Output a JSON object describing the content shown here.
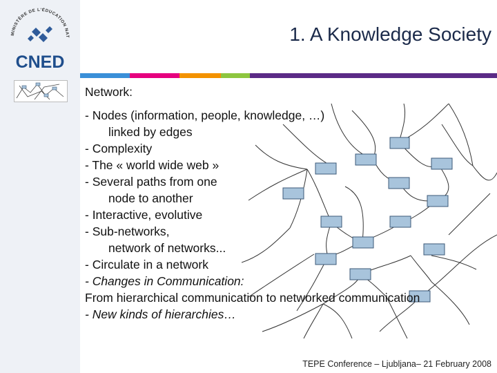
{
  "logo": {
    "arc_text": "MINISTÈRE DE L'ÉDUCATION NATIONALE",
    "wordmark": "CNED"
  },
  "slide": {
    "title": "1. A Knowledge Society",
    "heading": "Network:",
    "bullets": [
      "- Nodes (information, people, knowledge, …)",
      "linked by edges",
      "- Complexity",
      "- The « world wide web »",
      "- Several paths from one",
      "node to another",
      "- Interactive, evolutive",
      "- Sub-networks,",
      "network of networks...",
      "- Circulate in a network",
      "- Changes in Communication:",
      "From hierarchical communication to networked communication",
      "- New kinds of hierarchies…"
    ],
    "footer": "TEPE Conference – Ljubljana– 21 February 2008"
  },
  "stripe_colors": [
    "#3a8fd8",
    "#e6007e",
    "#f39200",
    "#8dc63f",
    "#5b2a86"
  ],
  "colors": {
    "title_text": "#1b2a4a",
    "node_fill": "#a8c4dc",
    "node_stroke": "#3d5a78",
    "sidebar_bg": "#eef1f6"
  }
}
